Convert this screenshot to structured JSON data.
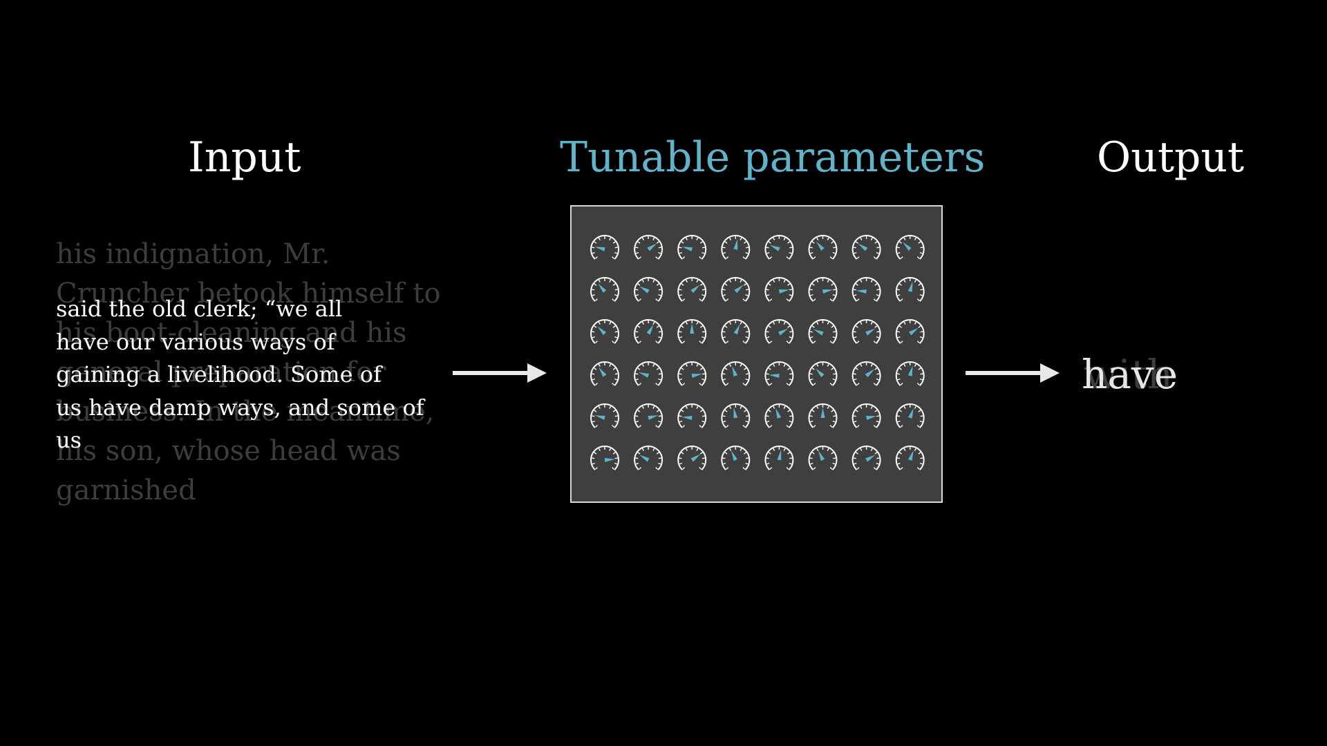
{
  "headings": {
    "input": "Input",
    "params": "Tunable parameters",
    "output": "Output"
  },
  "input": {
    "previous_text": "his indignation, Mr.\nCruncher betook himself to\nhis boot-cleaning and his\ngeneral preparation for\nbusiness. In the meantime,\nhis son, whose head was\ngarnished",
    "current_text": "said the old clerk; “we all\nhave our various ways of\ngaining a livelihood. Some of\nus have damp ways, and some of\nus"
  },
  "output": {
    "previous_word": "with",
    "current_word": "have"
  },
  "colors": {
    "background": "#000000",
    "heading": "#ffffff",
    "accent": "#5fb4c9",
    "panel": "#3f3f3f",
    "dial": "#ffffff",
    "ghost_text": "#3d3d3d"
  },
  "icons": {
    "arrow": "right-arrow-icon",
    "dial": "dial-gauge-icon"
  },
  "dials": {
    "rows": 6,
    "cols": 8,
    "needle_angles_deg": [
      [
        -75,
        55,
        -75,
        10,
        -65,
        -40,
        -55,
        -45
      ],
      [
        -40,
        -60,
        50,
        50,
        80,
        80,
        -85,
        15
      ],
      [
        -45,
        30,
        0,
        25,
        60,
        -65,
        60,
        55
      ],
      [
        -35,
        -70,
        80,
        -20,
        -85,
        -45,
        50,
        15
      ],
      [
        -75,
        75,
        -85,
        -10,
        -20,
        0,
        80,
        20
      ],
      [
        85,
        -60,
        55,
        -25,
        10,
        -25,
        60,
        20
      ]
    ]
  }
}
